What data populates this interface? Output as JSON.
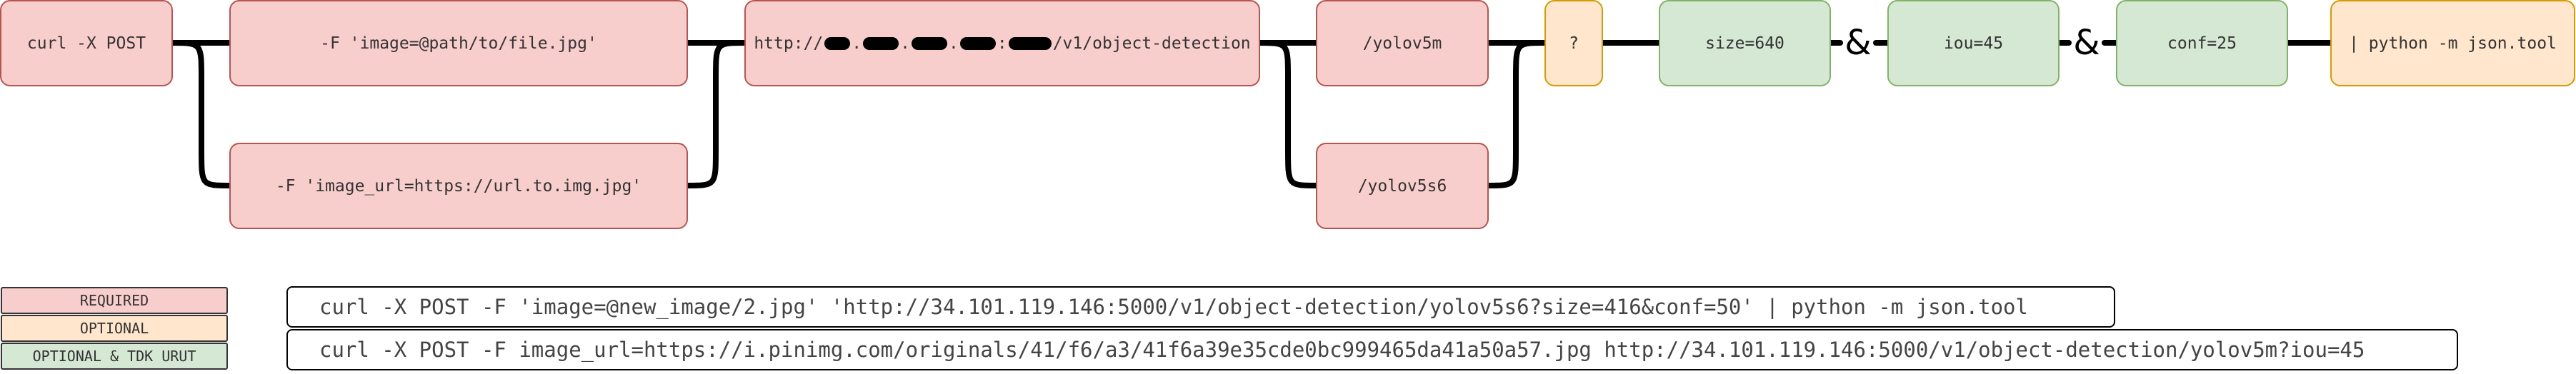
{
  "flow": {
    "curl_post": "curl -X POST",
    "file_arg": "-F 'image=@path/to/file.jpg'",
    "url_arg": "-F 'image_url=https://url.to.img.jpg'",
    "url_prefix": "http://",
    "url_suffix": "/v1/object-detection",
    "model_v5m": "/yolov5m",
    "model_v5s6": "/yolov5s6",
    "query_mark": "?",
    "size_param": "size=640",
    "iou_param": "iou=45",
    "conf_param": "conf=25",
    "amp_1": "&",
    "amp_2": "&",
    "pipe": "| python -m json.tool"
  },
  "legend": {
    "required": "REQUIRED",
    "optional": "OPTIONAL",
    "optional_tdk": "OPTIONAL & TDK URUT"
  },
  "examples": {
    "example_1": "curl -X POST -F 'image=@new_image/2.jpg' 'http://34.101.119.146:5000/v1/object-detection/yolov5s6?size=416&conf=50' | python -m json.tool",
    "example_2": "curl -X POST -F image_url=https://i.pinimg.com/originals/41/f6/a3/41f6a39e35cde0bc999465da41a50a57.jpg http://34.101.119.146:5000/v1/object-detection/yolov5m?iou=45"
  },
  "colors": {
    "required_fill": "#f8cecc",
    "required_stroke": "#b85450",
    "optional_fill": "#ffe6cc",
    "optional_stroke": "#d79b00",
    "optional_tdk_fill": "#d5e8d4",
    "optional_tdk_stroke": "#82b366",
    "connector": "#000000"
  }
}
